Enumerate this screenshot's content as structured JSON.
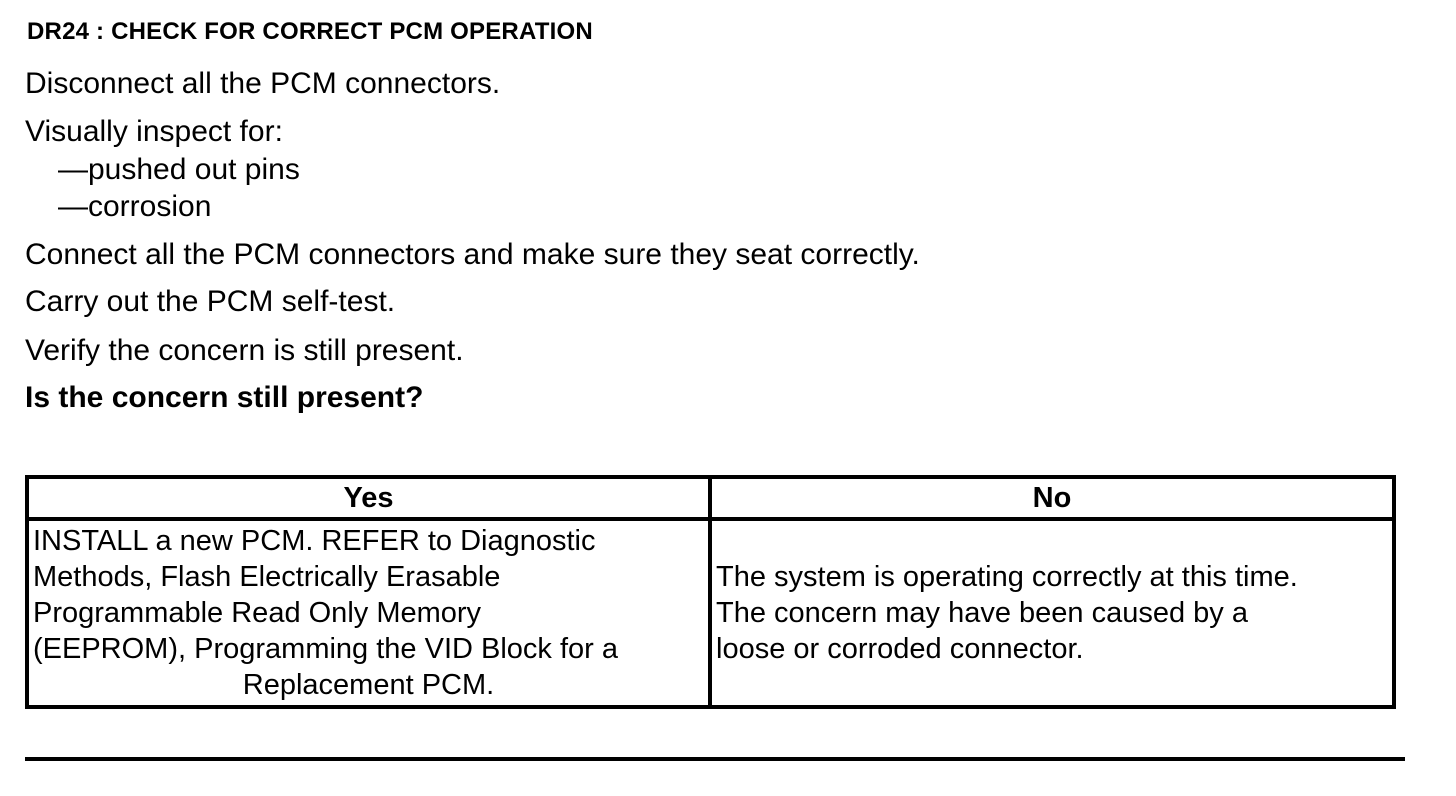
{
  "heading": "DR24 : CHECK FOR CORRECT PCM OPERATION",
  "steps": {
    "disconnect": "Disconnect all the PCM connectors.",
    "inspect": "Visually inspect for:",
    "bullets": [
      "—pushed out pins",
      "—corrosion"
    ],
    "connect": "Connect all the PCM connectors and make sure they seat correctly.",
    "selftest": "Carry out the PCM self-test.",
    "verify": "Verify the concern is still present."
  },
  "question": "Is the concern still present?",
  "table": {
    "headers": [
      "Yes",
      "No"
    ],
    "yes_lines": [
      "INSTALL a new PCM. REFER to Diagnostic",
      "Methods,  Flash Electrically Erasable",
      "Programmable Read Only Memory",
      "(EEPROM), Programming the VID Block for a",
      "Replacement PCM."
    ],
    "no_lines": [
      "The system is operating correctly at this time.",
      "The concern may have been caused by a",
      "loose or corroded connector."
    ]
  }
}
